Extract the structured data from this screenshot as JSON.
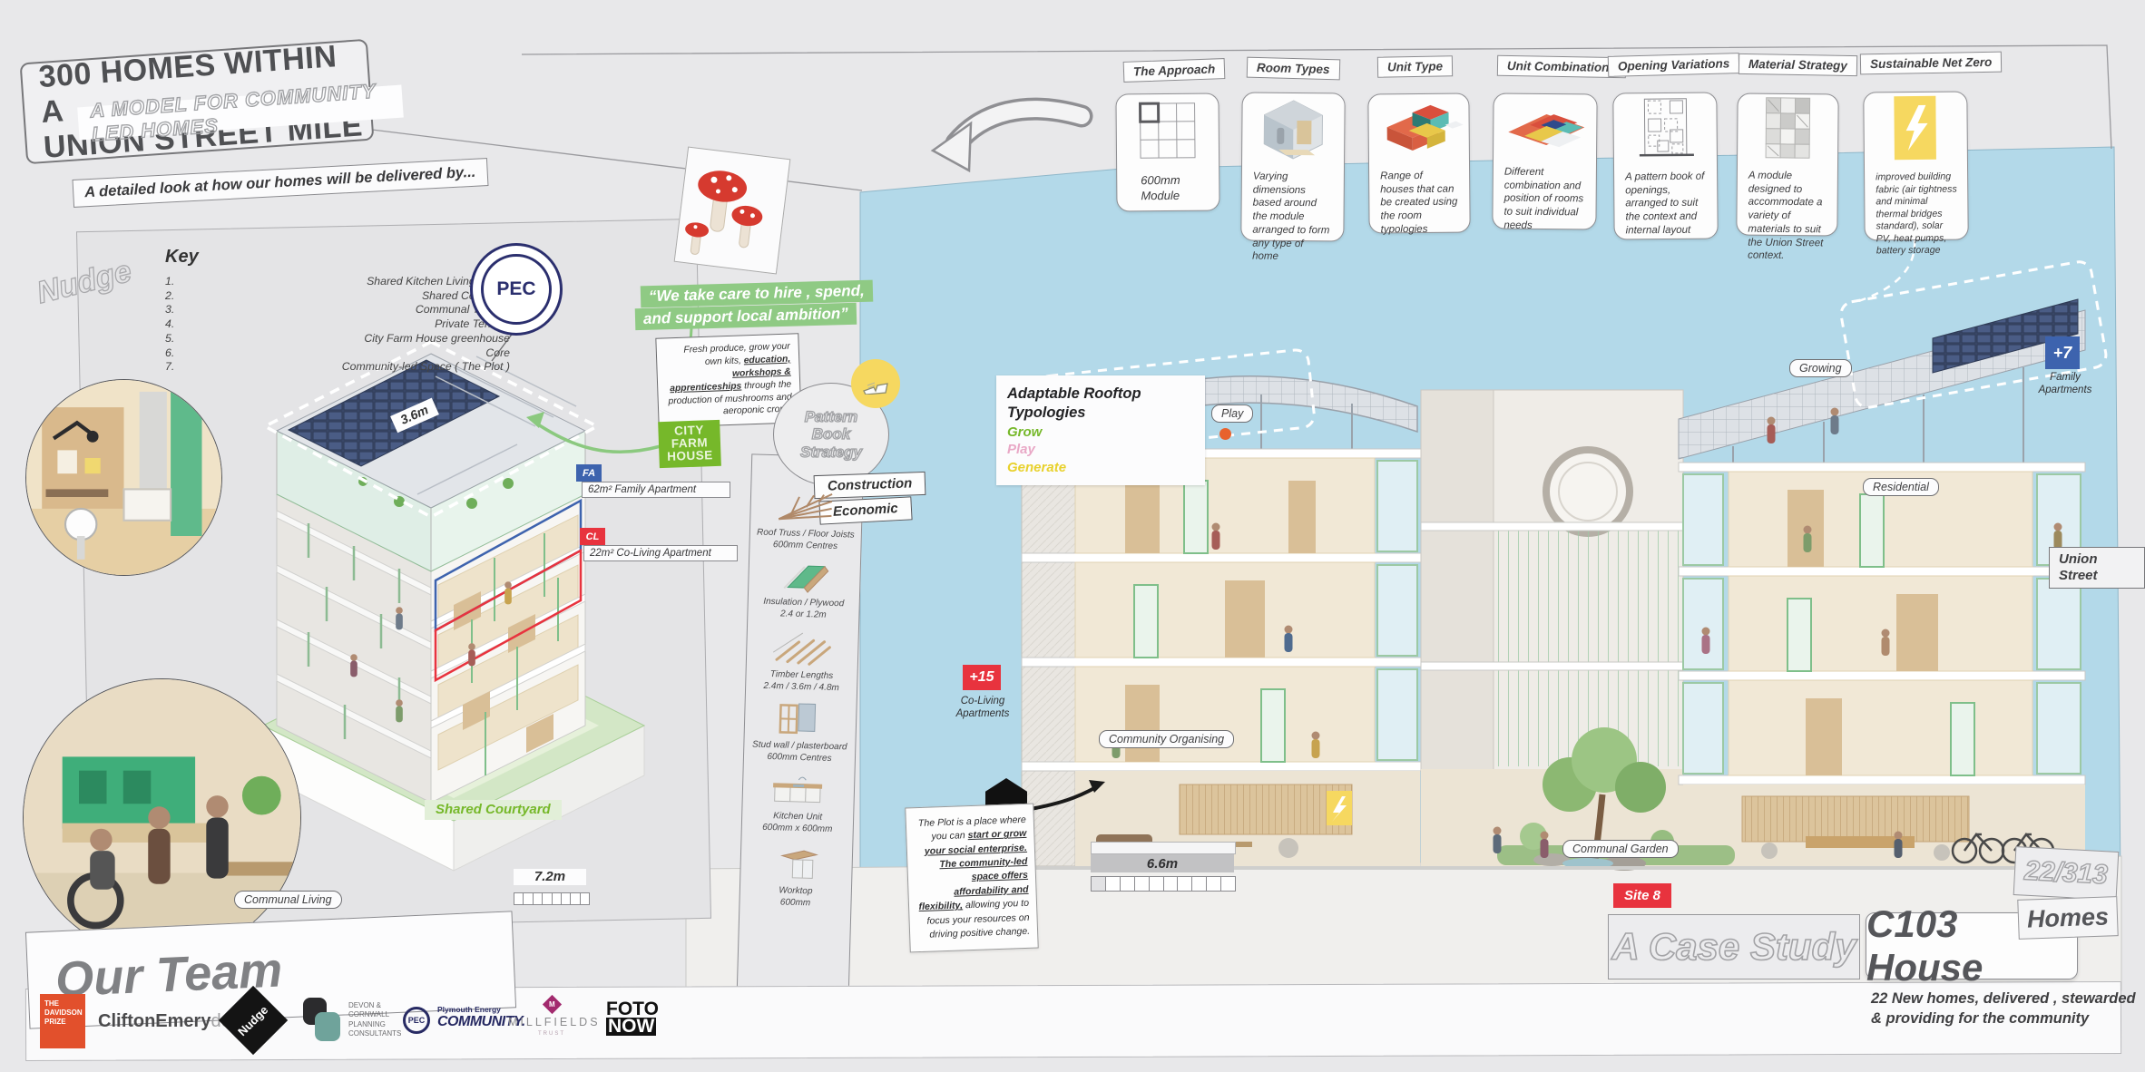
{
  "title": {
    "line1": "300 HOMES WITHIN A",
    "line2": "UNION STREET MILE",
    "subtitle": "A MODEL FOR COMMUNITY LED HOMES",
    "tagline": "A detailed look at how our homes will be delivered by...",
    "side_text": "Nudge"
  },
  "key": {
    "heading": "Key",
    "items": [
      {
        "n": "1.",
        "t": "Shared Kitchen Living Dining"
      },
      {
        "n": "2.",
        "t": "Shared Courtyard"
      },
      {
        "n": "3.",
        "t": "Communal Terrace"
      },
      {
        "n": "4.",
        "t": "Private Terrace"
      },
      {
        "n": "5.",
        "t": "City Farm House greenhouse"
      },
      {
        "n": "6.",
        "t": "Core"
      },
      {
        "n": "7.",
        "t": "Community-led Space ( The Plot )"
      }
    ]
  },
  "cards": {
    "list": [
      {
        "tab": "The Approach",
        "caption": "600mm Module",
        "icon": "module-grid-icon"
      },
      {
        "tab": "Room Types",
        "caption": "Varying dimensions based around the module arranged to form any type of home",
        "icon": "iso-room-icon"
      },
      {
        "tab": "Unit Type",
        "caption": "Range of houses that can be created using the room typologies",
        "icon": "iso-units-icon"
      },
      {
        "tab": "Unit Combinations",
        "caption": "Different combination and position of rooms to suit individual needs",
        "icon": "flat-plan-icon"
      },
      {
        "tab": "Opening Variations",
        "caption": "A pattern book of openings, arranged to suit the context and internal layout",
        "icon": "facade-openings-icon"
      },
      {
        "tab": "Material Strategy",
        "caption": "A module designed to accommodate a variety of materials to suit the Union Street context.",
        "icon": "material-swatch-icon"
      },
      {
        "tab": "Sustainable Net Zero",
        "caption": "improved building fabric (air tightness and minimal thermal bridges standard), solar PV, heat pumps, battery storage",
        "icon": "lightning-icon"
      }
    ]
  },
  "quote": {
    "l1": "“We take care to hire , spend,",
    "l2": "and support local ambition”",
    "note": {
      "n1": "Fresh produce, grow your own kits, ",
      "n2": "education, workshops & apprenticeships",
      "n3": " through the production of mushrooms and aeroponic crops."
    }
  },
  "pattern_book": {
    "c1": "Pattern",
    "c2": "Book",
    "c3": "Strategy",
    "construction": "Construction",
    "economic": "Economic",
    "items": [
      {
        "t1": "Roof Truss / Floor Joists",
        "t2": "600mm Centres"
      },
      {
        "t1": "Insulation / Plywood",
        "t2": "2.4 or 1.2m"
      },
      {
        "t1": "Timber Lengths",
        "t2": "2.4m / 3.6m / 4.8m"
      },
      {
        "t1": "Stud wall / plasterboard",
        "t2": "600mm Centres"
      },
      {
        "t1": "Kitchen Unit",
        "t2": "600mm x 600mm"
      },
      {
        "t1": "Worktop",
        "t2": "600mm"
      }
    ]
  },
  "left_building": {
    "pec": "PEC",
    "city_farm": {
      "w1": "CITY",
      "w2": "FARM",
      "w3": "HOUSE"
    },
    "dim_roof": "3.6m",
    "dim_base": "7.2m",
    "fa_tag": "FA",
    "fa_label": "62m²  Family Apartment",
    "cl_tag": "CL",
    "cl_label": "22m²  Co-Living Apartment",
    "shared_courtyard": "Shared Courtyard",
    "communal_living": "Communal Living"
  },
  "rooftop": {
    "title": "Adaptable Rooftop Typologies",
    "grow": "Grow",
    "play": "Play",
    "generate": "Generate"
  },
  "section": {
    "play": "Play",
    "growing": "Growing",
    "residential": "Residential",
    "union_street": "Union Street",
    "plus7": "+7",
    "family": "Family Apartments",
    "plus15": "+15",
    "coliving": "Co-Living Apartments",
    "organising": "Community Organising",
    "plot_tag": "The Plot",
    "plot": {
      "p1": "The Plot is a place where you can ",
      "p2": "start or grow your social enterprise.",
      "p3": " ",
      "p4": "The community-led space offers affordability and flexibility,",
      "p5": " allowing you to focus your resources on driving positive change."
    },
    "dim": "6.6m",
    "garden": "Communal Garden"
  },
  "case_study": {
    "site": "Site 8",
    "study": "A Case Study",
    "name": "C103 House",
    "count": "22/313",
    "homes": "Homes",
    "sub1": "22 New homes, delivered , stewarded",
    "sub2": "& providing for the community"
  },
  "team": {
    "heading": "Our Team",
    "davidson": {
      "l1": "THE",
      "l2": "DAVIDSON",
      "l3": "PRIZE"
    },
    "clifton": {
      "t1": "CliftonEmery",
      "t2": "design"
    },
    "nudge": "Nudge",
    "dcpc": {
      "l1": "DEVON &",
      "l2": "CORNWALL",
      "l3": "PLANNING",
      "l4": "CONSULTANTS"
    },
    "pec": {
      "badge": "PEC",
      "t1": "Plymouth Energy",
      "t2": "COMMUNITY."
    },
    "millfields": {
      "t1": "MILLFIELDS",
      "t2": "TRUST"
    },
    "fotonow": {
      "t1": "FOTO",
      "t2": "NOW"
    }
  },
  "colors": {
    "accent_green": "#76b82a",
    "sky": "#b3d9e9",
    "red": "#e8333e",
    "blue": "#3d63ae",
    "yellow": "#f6d860",
    "pink": "#e9a8c6",
    "solar": "#46567c"
  }
}
